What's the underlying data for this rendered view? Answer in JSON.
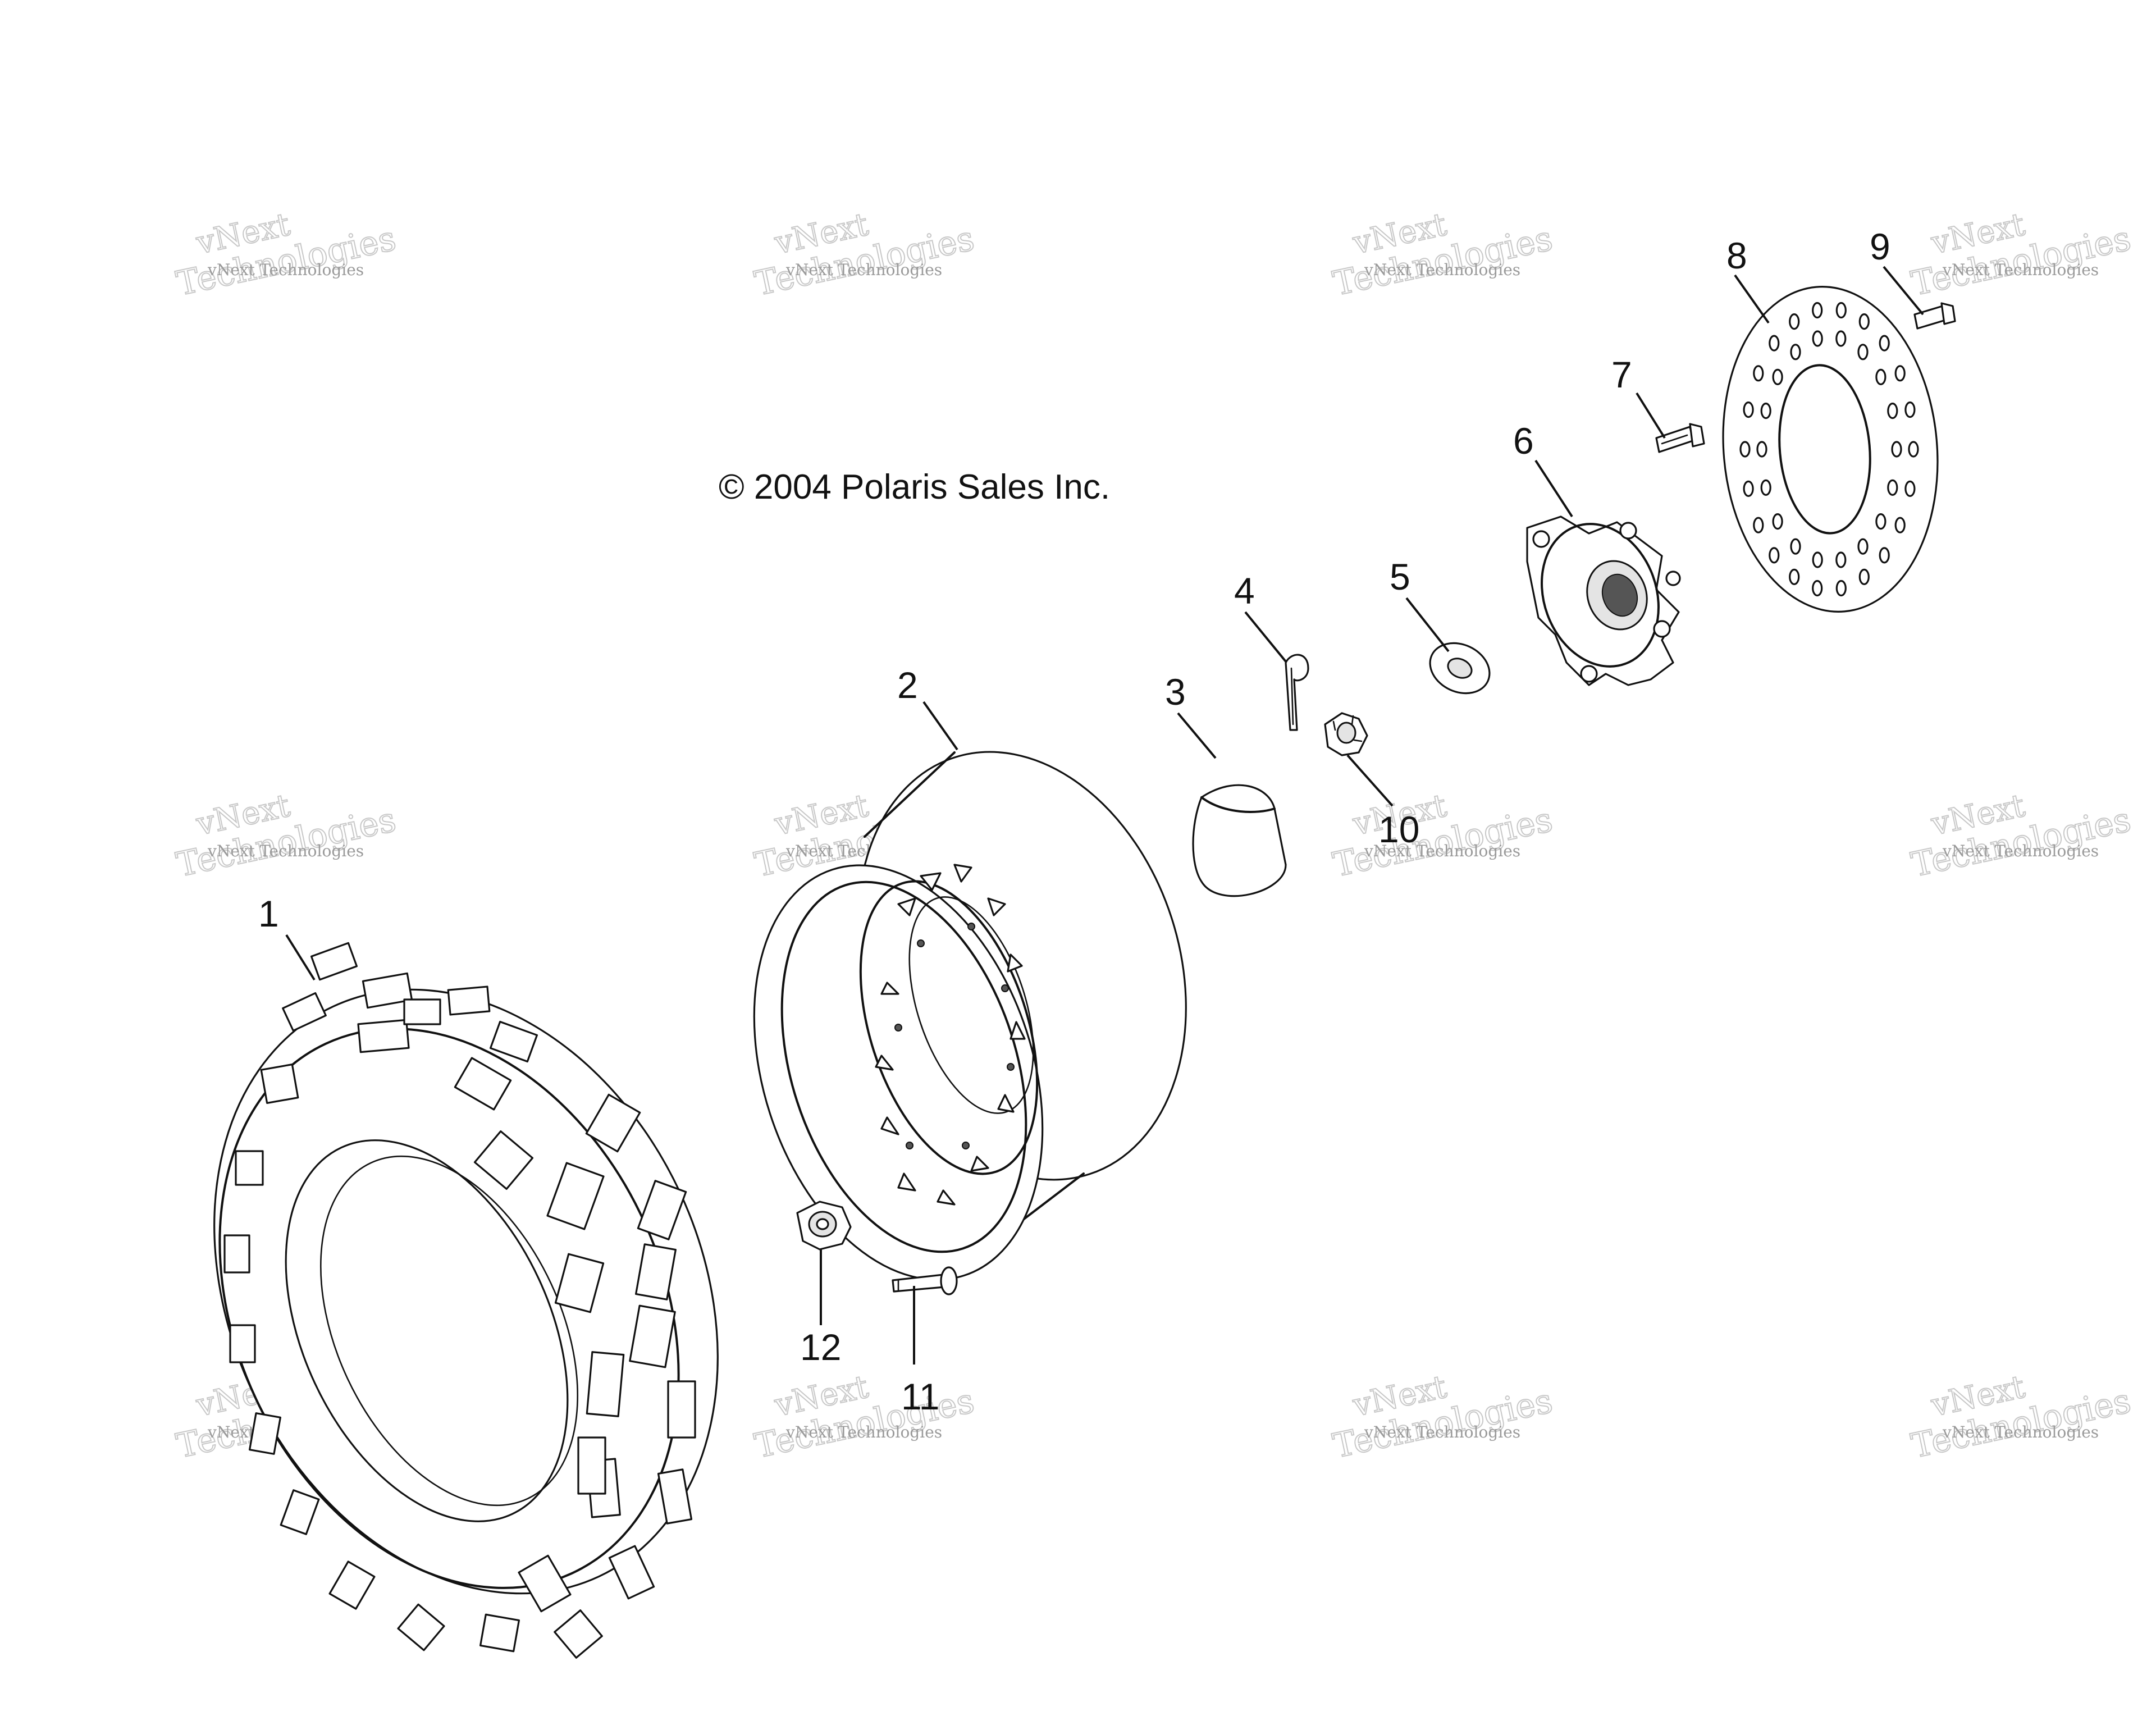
{
  "copyright": "© 2004 Polaris Sales Inc.",
  "callouts": [
    {
      "id": "1",
      "label": "1"
    },
    {
      "id": "2",
      "label": "2"
    },
    {
      "id": "3",
      "label": "3"
    },
    {
      "id": "4",
      "label": "4"
    },
    {
      "id": "5",
      "label": "5"
    },
    {
      "id": "6",
      "label": "6"
    },
    {
      "id": "7",
      "label": "7"
    },
    {
      "id": "8",
      "label": "8"
    },
    {
      "id": "9",
      "label": "9"
    },
    {
      "id": "10",
      "label": "10"
    },
    {
      "id": "11",
      "label": "11"
    },
    {
      "id": "12",
      "label": "12"
    }
  ],
  "watermark": {
    "line1": "vNext",
    "line2": "Technologies",
    "small": "vNext Technologies"
  }
}
